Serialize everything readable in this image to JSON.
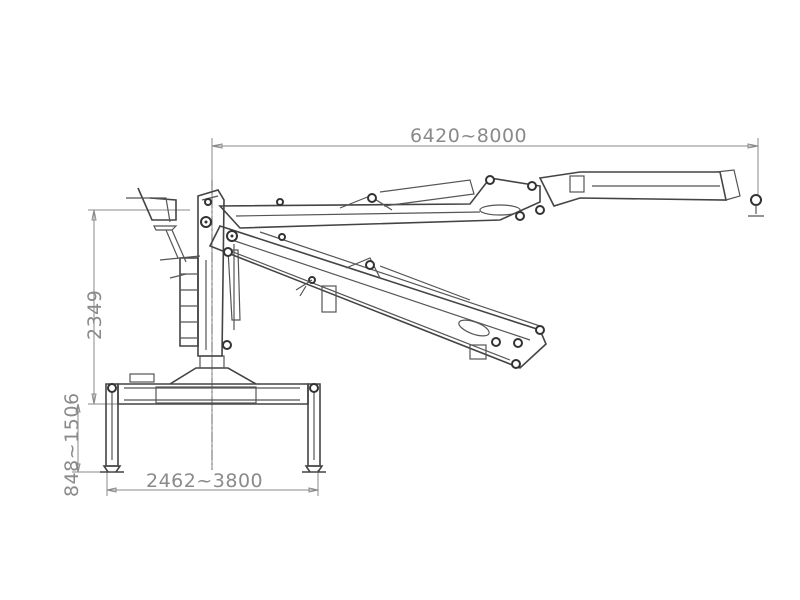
{
  "drawing": {
    "subject": "Telescopic knuckle boom crane with spider outriggers - side elevation",
    "dimensions": {
      "max_reach": "6420~8000",
      "column_height": "2349",
      "outrigger_height": "848~1506",
      "outrigger_span": "2462~3800"
    },
    "colors": {
      "background": "#ffffff",
      "linework": "#444444",
      "dimension_text": "#8a8a8a"
    }
  }
}
